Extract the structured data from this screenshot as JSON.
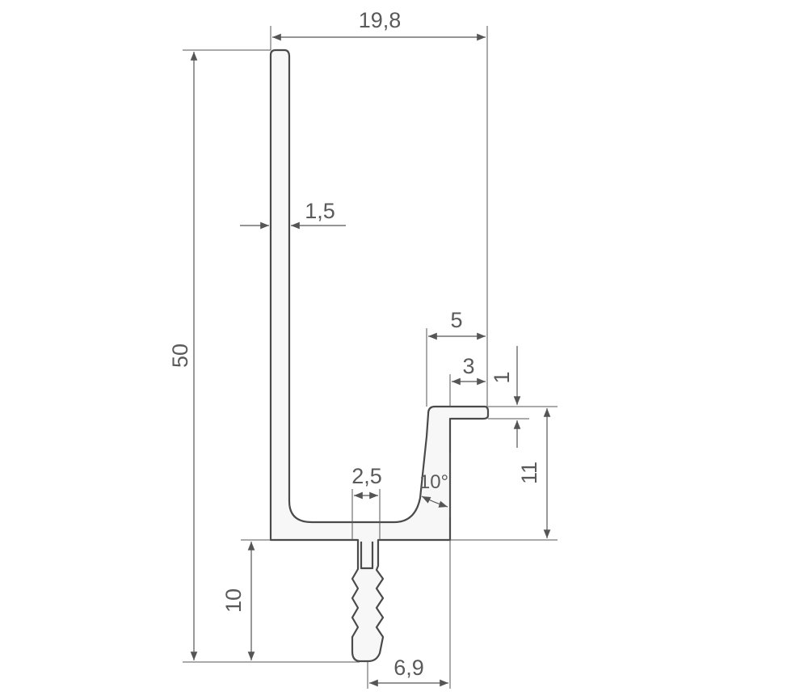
{
  "drawing": {
    "dimensions": {
      "overall_width": "19,8",
      "wall_thickness": "1,5",
      "overall_height": "50",
      "lip_width": "5",
      "lip_inner": "3",
      "lip_thickness": "1",
      "side_height": "11",
      "leg_width": "2,5",
      "angle": "10°",
      "leg_height": "10",
      "leg_offset": "6,9"
    },
    "colors": {
      "outline": "#4a4a4a",
      "fill": "#f7f7f7",
      "dimension_lines": "#555555",
      "text": "#5a5a5a"
    }
  }
}
